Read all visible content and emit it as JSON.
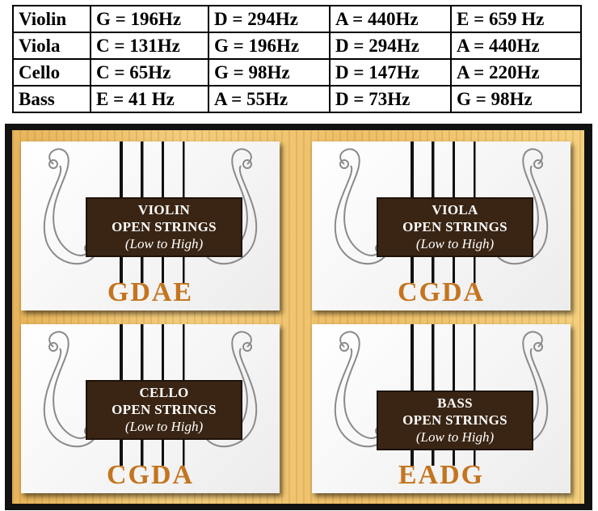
{
  "frequency_table": {
    "rows": [
      {
        "instrument": "Violin",
        "notes": [
          "G = 196Hz",
          "D = 294Hz",
          "A = 440Hz",
          "E = 659 Hz"
        ]
      },
      {
        "instrument": "Viola",
        "notes": [
          "C = 131Hz",
          "G = 196Hz",
          "D = 294Hz",
          "A = 440Hz"
        ]
      },
      {
        "instrument": "Cello",
        "notes": [
          "C = 65Hz",
          "G = 98Hz",
          "D = 147Hz",
          "A = 220Hz"
        ]
      },
      {
        "instrument": "Bass",
        "notes": [
          "E = 41 Hz",
          "A = 55Hz",
          "D = 73Hz",
          "G = 98Hz"
        ]
      }
    ]
  },
  "panels": [
    {
      "title": "VIOLIN",
      "line2": "OPEN STRINGS",
      "line3": "(Low to High)",
      "tuning": "GDAE"
    },
    {
      "title": "VIOLA",
      "line2": "OPEN STRINGS",
      "line3": "(Low to High)",
      "tuning": "CGDA"
    },
    {
      "title": "CELLO",
      "line2": "OPEN STRINGS",
      "line3": "(Low to High)",
      "tuning": "CGDA"
    },
    {
      "title": "BASS",
      "line2": "OPEN STRINGS",
      "line3": "(Low to High)",
      "tuning": "EADG"
    }
  ],
  "colors": {
    "label_background": "#3a2514",
    "tuning_text": "#c4741e",
    "wood_background": "#f0c46f",
    "board_frame": "#121212"
  }
}
